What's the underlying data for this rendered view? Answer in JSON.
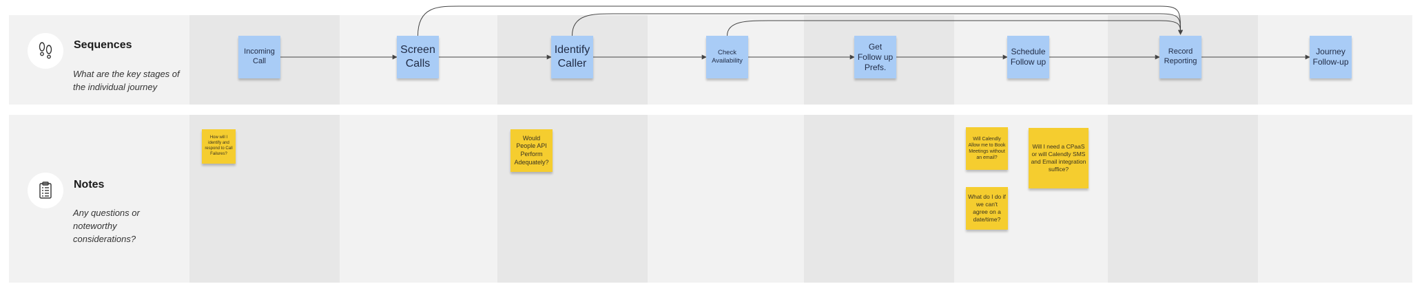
{
  "lanes": {
    "sequences": {
      "title": "Sequences",
      "description": "What are the key stages of the individual journey",
      "icon": "footsteps-icon"
    },
    "notes": {
      "title": "Notes",
      "description": "Any questions or noteworthy considerations?",
      "icon": "clipboard-icon"
    }
  },
  "stages": [
    {
      "id": "incoming",
      "label": "Incoming Call"
    },
    {
      "id": "screen",
      "label": "Screen Calls"
    },
    {
      "id": "identify",
      "label": "Identify Caller"
    },
    {
      "id": "check",
      "label": "Check Availability"
    },
    {
      "id": "prefs",
      "label": "Get Follow up Prefs."
    },
    {
      "id": "schedule",
      "label": "Schedule Follow up"
    },
    {
      "id": "record",
      "label": "Record Reporting"
    },
    {
      "id": "journey",
      "label": "Journey Follow-up"
    }
  ],
  "connections": [
    {
      "from": "incoming",
      "to": "screen"
    },
    {
      "from": "screen",
      "to": "identify"
    },
    {
      "from": "identify",
      "to": "check"
    },
    {
      "from": "check",
      "to": "prefs"
    },
    {
      "from": "prefs",
      "to": "schedule"
    },
    {
      "from": "schedule",
      "to": "record"
    },
    {
      "from": "record",
      "to": "journey"
    },
    {
      "from": "screen",
      "to": "record"
    },
    {
      "from": "identify",
      "to": "record"
    },
    {
      "from": "check",
      "to": "record"
    }
  ],
  "notes": [
    {
      "id": "note-1",
      "text": "How will I identify and respond to Call Failures?"
    },
    {
      "id": "note-2",
      "text": "Would People API Perform Adequately?"
    },
    {
      "id": "note-3",
      "text": "Will Calendly Allow me to Book Meetings without an email?"
    },
    {
      "id": "note-4",
      "text": "What do I do if we can't agree on a date/time?"
    },
    {
      "id": "note-5",
      "text": "Will I need a CPaaS or will Calendly SMS and Email integration suffice?"
    }
  ],
  "colors": {
    "lane": "#f2f2f2",
    "lane_alt": "#e7e7e7",
    "stage": "#a9ccf6",
    "note": "#f5cd2f",
    "connector": "#444444"
  }
}
